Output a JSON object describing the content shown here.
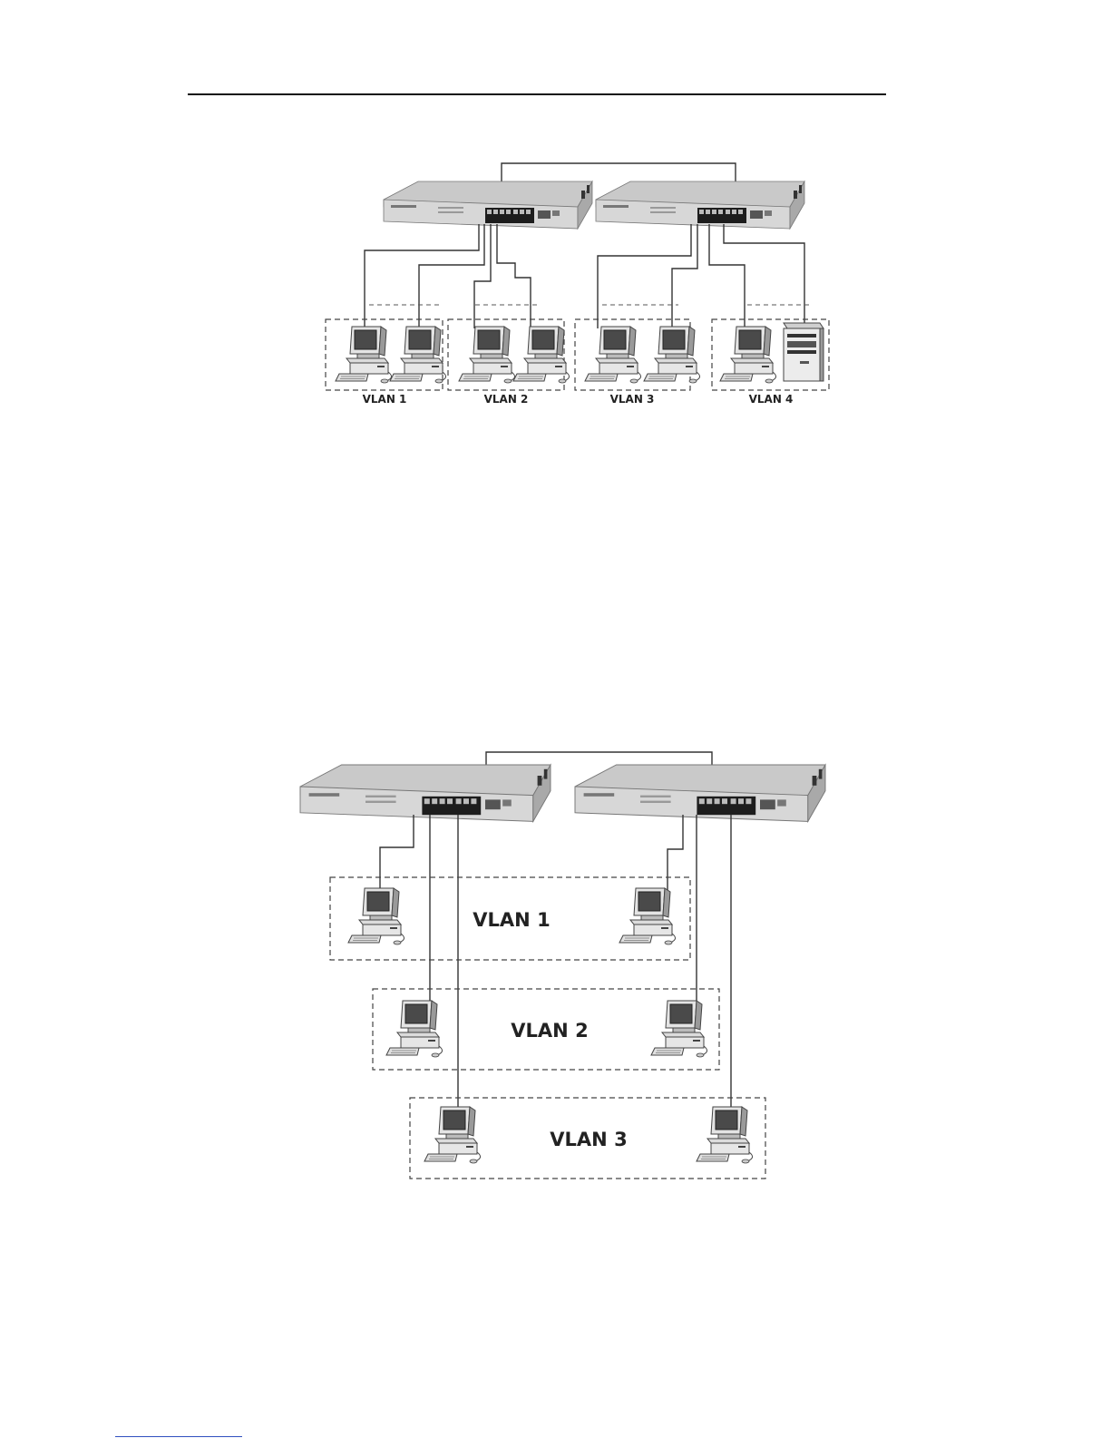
{
  "figure1": {
    "groups": [
      {
        "label": "VLAN 1",
        "devices": [
          "pc",
          "pc"
        ]
      },
      {
        "label": "VLAN 2",
        "devices": [
          "pc",
          "pc"
        ]
      },
      {
        "label": "VLAN 3",
        "devices": [
          "pc",
          "pc"
        ]
      },
      {
        "label": "VLAN 4",
        "devices": [
          "pc",
          "server"
        ]
      }
    ]
  },
  "figure2": {
    "groups": [
      {
        "label": "VLAN 1"
      },
      {
        "label": "VLAN 2"
      },
      {
        "label": "VLAN 3"
      }
    ]
  }
}
